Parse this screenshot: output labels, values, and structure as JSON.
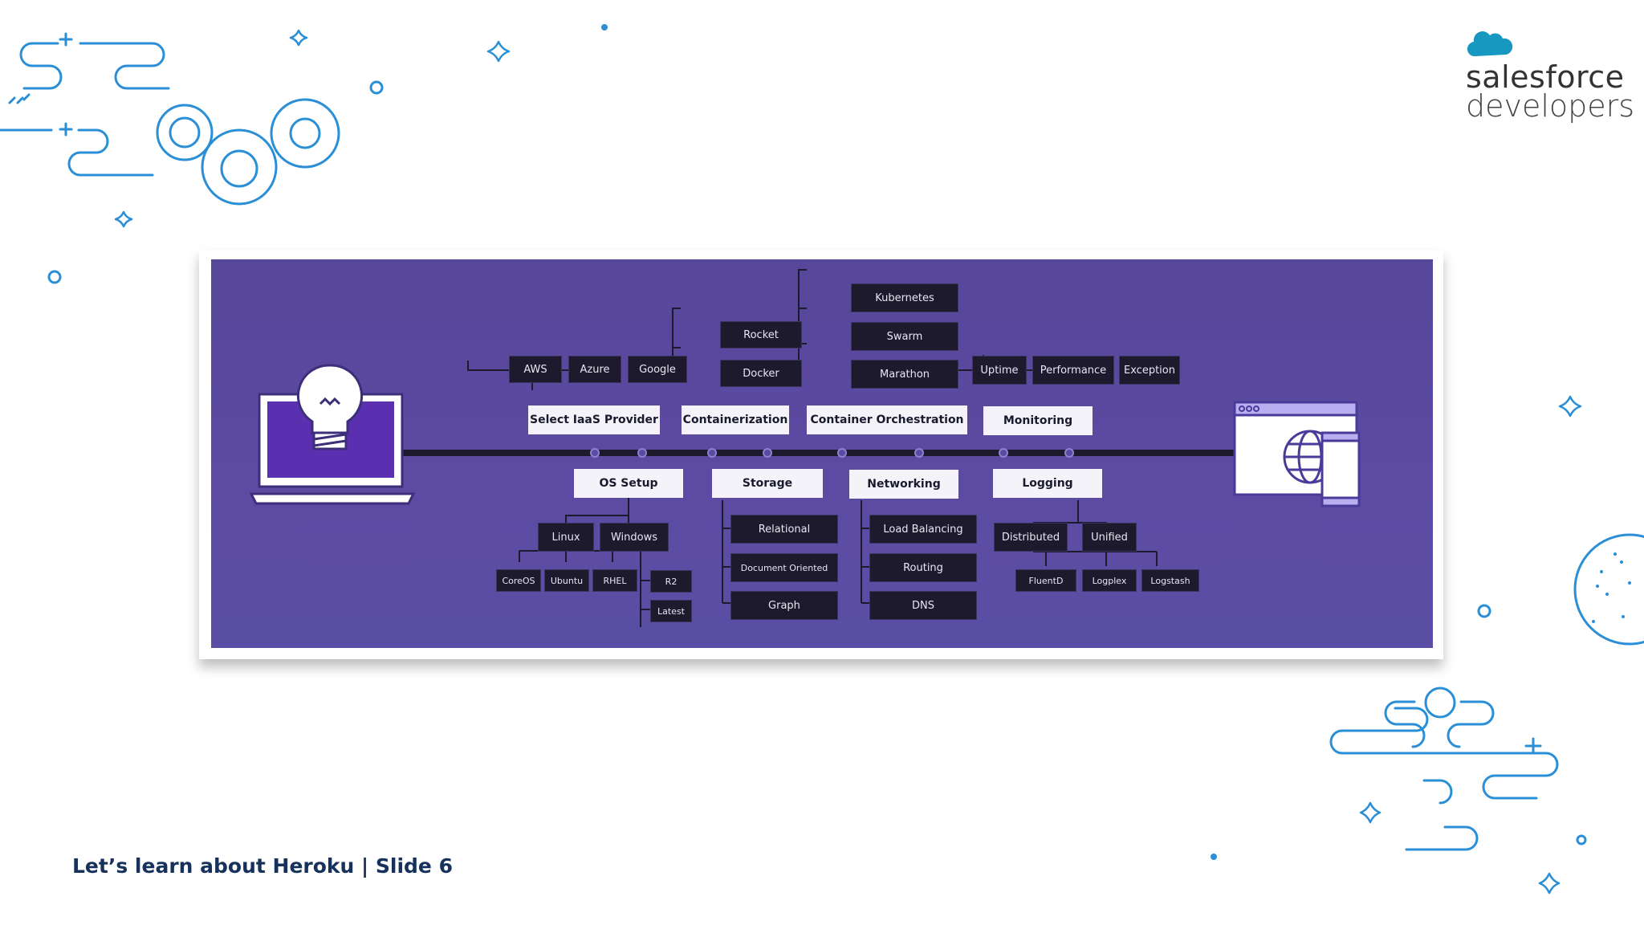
{
  "brand": {
    "line1": "salesforce",
    "line2": "developers"
  },
  "footer": {
    "text": "Let’s learn about Heroku | Slide 6"
  },
  "colors": {
    "accent_blue": "#2a8fd6",
    "diagram_bg": "#5a4aa0",
    "dark_box": "#1d1a2e",
    "light_box": "#f4f3fa",
    "footer_text": "#16325c"
  },
  "icons": {
    "start": "laptop-lightbulb-icon",
    "end": "browser-mobile-globe-icon",
    "logo": "salesforce-cloud-icon"
  },
  "diagram": {
    "top_stages": [
      "Select IaaS Provider",
      "Containerization",
      "Container Orchestration",
      "Monitoring"
    ],
    "bottom_stages": [
      "OS Setup",
      "Storage",
      "Networking",
      "Logging"
    ],
    "iaas": [
      "AWS",
      "Azure",
      "Google"
    ],
    "containerization": [
      "Rocket",
      "Docker"
    ],
    "orchestration": [
      "Kubernetes",
      "Swarm",
      "Marathon"
    ],
    "monitoring": [
      "Uptime",
      "Performance",
      "Exception"
    ],
    "os": [
      "Linux",
      "Windows"
    ],
    "linux": [
      "CoreOS",
      "Ubuntu",
      "RHEL"
    ],
    "windows": [
      "R2",
      "Latest"
    ],
    "storage": [
      "Relational",
      "Document Oriented",
      "Graph"
    ],
    "networking": [
      "Load Balancing",
      "Routing",
      "DNS"
    ],
    "logging": [
      "Distributed",
      "Unified"
    ],
    "logging_tools": [
      "FluentD",
      "Logplex",
      "Logstash"
    ]
  }
}
